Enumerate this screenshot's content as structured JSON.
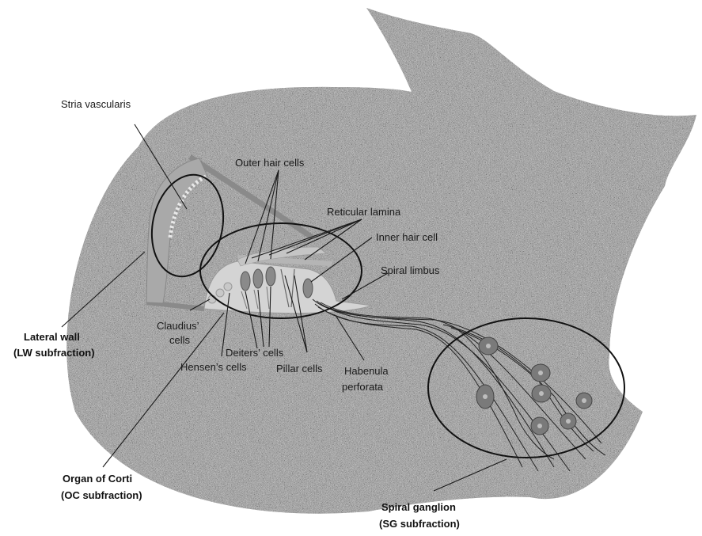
{
  "labels": {
    "stria_vascularis": "Stria vascularis",
    "outer_hair_cells": "Outer hair cells",
    "reticular_lamina": "Reticular lamina",
    "inner_hair_cell": "Inner hair cell",
    "spiral_limbus": "Spiral limbus",
    "claudius_line1": "Claudius’",
    "claudius_line2": "cells",
    "deiters_cells": "Deiters’ cells",
    "hensens_cells": "Hensen’s cells",
    "pillar_cells": "Pillar cells",
    "habenula_line1": "Habenula",
    "habenula_line2": "perforata",
    "lateral_wall_line1": "Lateral wall",
    "lateral_wall_line2": "(LW subfraction)",
    "organ_of_corti_line1": "Organ of Corti",
    "organ_of_corti_line2": "(OC subfraction)",
    "spiral_ganglion_line1": "Spiral ganglion",
    "spiral_ganglion_line2": "(SG subfraction)"
  },
  "colors": {
    "bone": "#8c8c8c",
    "stria": "#a9a9a9",
    "tissue": "#d4d4d4",
    "ring": "#111111",
    "text": "#1a1a1a"
  }
}
